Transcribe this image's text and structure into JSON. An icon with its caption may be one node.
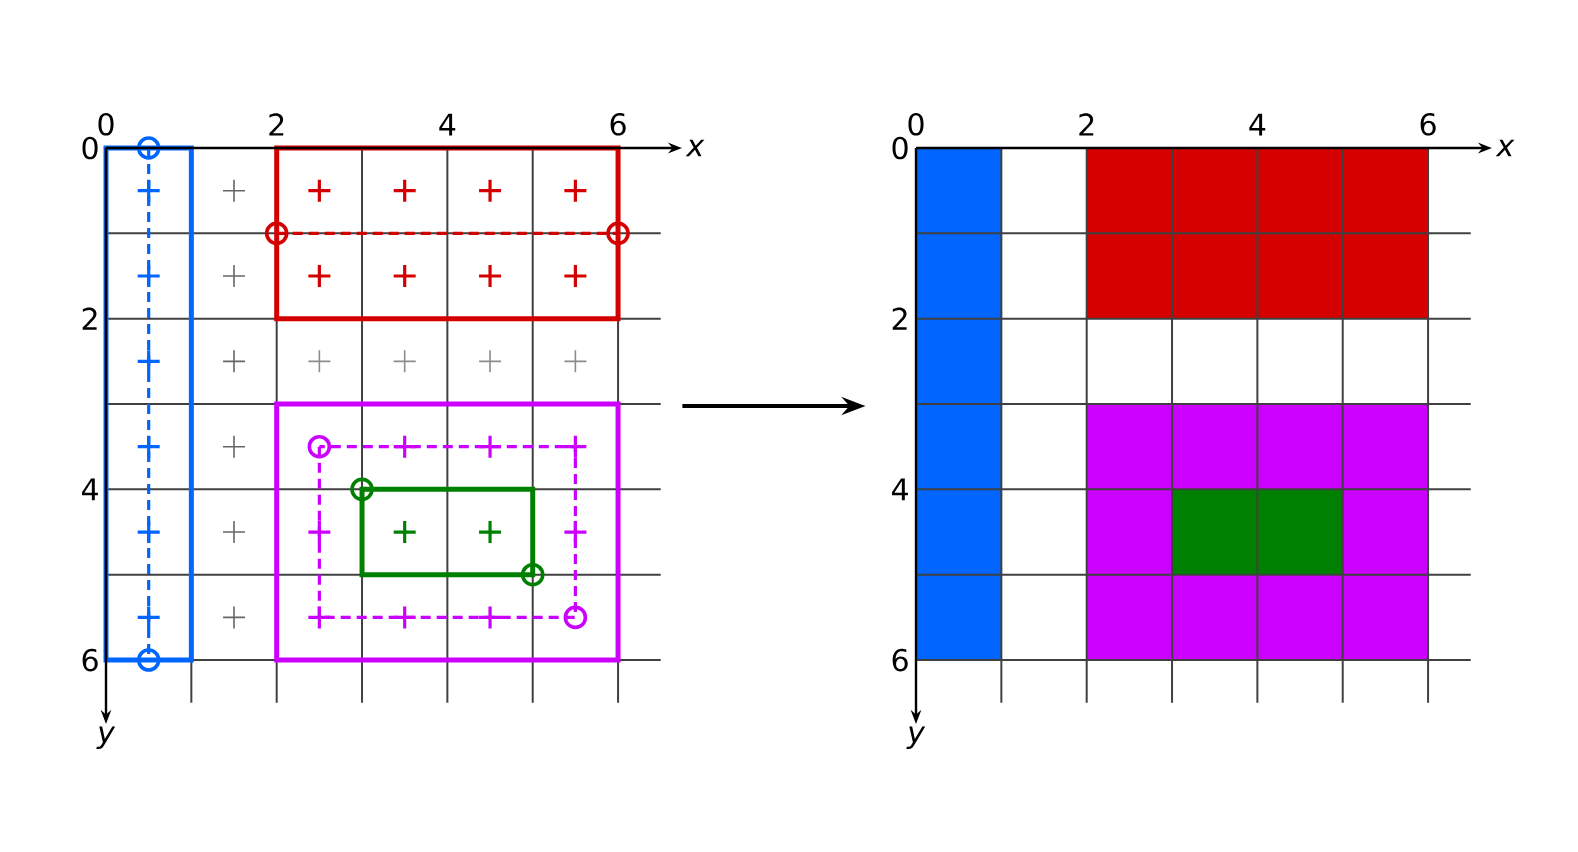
{
  "diagram": {
    "nodes": [
      {
        "text": [],
        "shape": "picture"
      },
      {
        "text": [],
        "shape": "picture"
      }
    ],
    "edges": [
      {
        "from": 0,
        "to": 1,
        "arrow": "to"
      }
    ],
    "labels": [
      "0",
      "2",
      "4",
      "6",
      "x",
      "0",
      "2",
      "4",
      "6",
      "y",
      "0",
      "2",
      "4",
      "6",
      "x",
      "0",
      "2",
      "4",
      "6",
      "y"
    ]
  }
}
